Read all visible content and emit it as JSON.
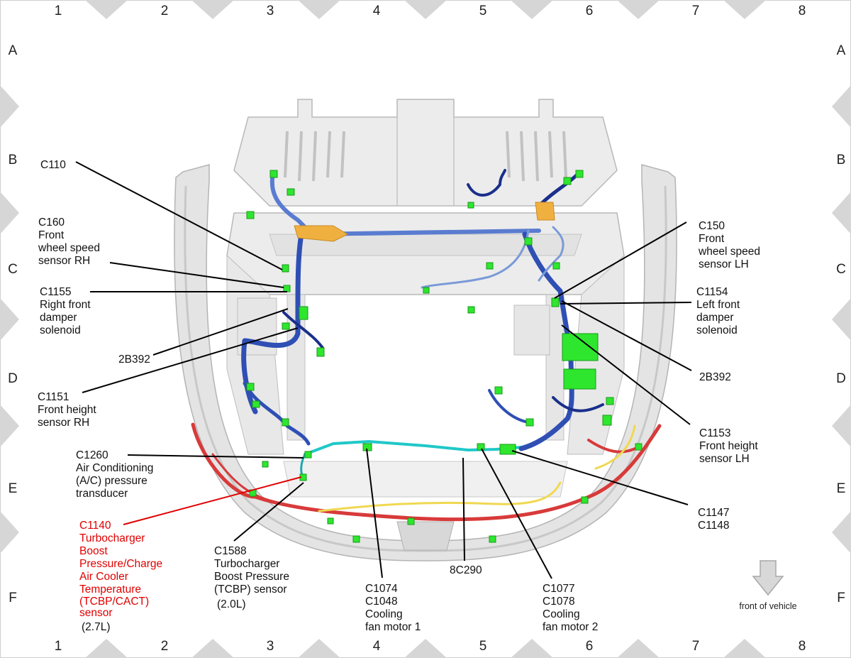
{
  "grid": {
    "columns": [
      "1",
      "2",
      "3",
      "4",
      "5",
      "6",
      "7",
      "8"
    ],
    "rows": [
      "A",
      "B",
      "C",
      "D",
      "E",
      "F"
    ]
  },
  "labels": {
    "c110": "C110",
    "c160": [
      "C160",
      "Front",
      "wheel speed",
      "sensor RH"
    ],
    "c1155": [
      "C1155",
      "Right front",
      "damper",
      "solenoid"
    ],
    "b2392_rh": "2B392",
    "c1151": [
      "C1151",
      "Front height",
      "sensor RH"
    ],
    "c1260": [
      "C1260",
      "Air Conditioning",
      "(A/C) pressure",
      "transducer"
    ],
    "c1140": [
      "C1140",
      "Turbocharger",
      "Boost",
      "Pressure/Charge",
      "Air Cooler",
      "Temperature",
      "(TCBP/CACT)",
      "sensor"
    ],
    "c1140_note": "(2.7L)",
    "c1588": [
      "C1588",
      "Turbocharger",
      "Boost Pressure",
      "(TCBP) sensor"
    ],
    "c1588_note": "(2.0L)",
    "c1074": [
      "C1074",
      "C1048",
      "Cooling",
      "fan motor 1"
    ],
    "c8c290": "8C290",
    "c1077": [
      "C1077",
      "C1078",
      "Cooling",
      "fan motor 2"
    ],
    "c1147": [
      "C1147",
      "C1148"
    ],
    "c1153": [
      "C1153",
      "Front height",
      "sensor LH"
    ],
    "b2392_lh": "2B392",
    "c1154": [
      "C1154",
      "Left front",
      "damper",
      "solenoid"
    ],
    "c150": [
      "C150",
      "Front",
      "wheel speed",
      "sensor LH"
    ]
  },
  "front_of_vehicle": "front of vehicle",
  "colors": {
    "harness_blue": "#2f4fb4",
    "harness_dark": "#1a2f8a",
    "harness_light": "#7a9ad8",
    "connector_green": "#2ee62e",
    "harness_red": "#d83a3a",
    "harness_yellow": "#f0d850",
    "harness_cyan": "#20c8c8",
    "clip_orange": "#f0b040",
    "highlight_red": "#e00000"
  }
}
